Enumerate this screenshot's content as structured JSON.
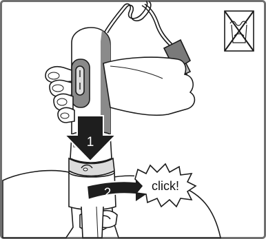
{
  "illustration": {
    "step_1_number": "1",
    "step_2_number": "2",
    "sound_label": "click!",
    "warning_symbol": "no-water-immersion-icon",
    "colors": {
      "frame": "#6f6f6f",
      "outline": "#1a1a1a",
      "shade": "#8a8a8a",
      "light_shade": "#dcdcdc",
      "arrow_fill": "#1e1e1e"
    }
  }
}
